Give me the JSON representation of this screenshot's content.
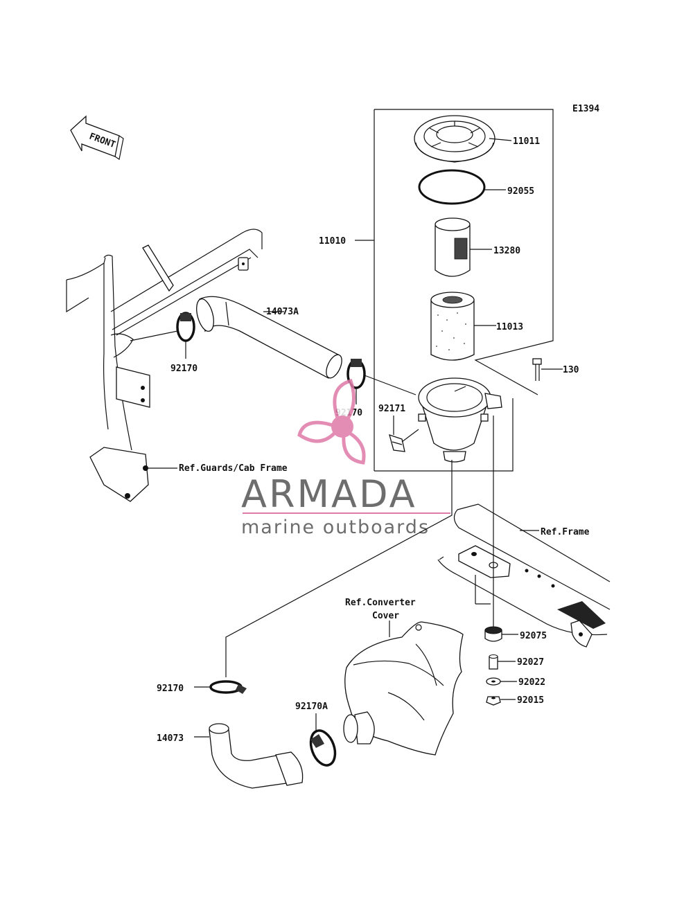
{
  "diagram": {
    "code": "E1394",
    "front_label": "FRONT",
    "labels": {
      "p11011": "11011",
      "p92055": "92055",
      "p11010": "11010",
      "p13280": "13280",
      "p11013": "11013",
      "p14073A": "14073A",
      "p130": "130",
      "p92170_a": "92170",
      "p92170_b": "92170",
      "p92171": "92171",
      "p92170_c": "92170",
      "p92170A": "92170A",
      "p14073": "14073",
      "p92075": "92075",
      "p92027": "92027",
      "p92022": "92022",
      "p92015": "92015"
    },
    "refs": {
      "guards": "Ref.Guards/Cab Frame",
      "frame": "Ref.Frame",
      "converter_line1": "Ref.Converter",
      "converter_line2": "Cover"
    }
  },
  "watermark": {
    "brand": "ARMADA",
    "tagline": "marine outboards",
    "brand_color": "#6d6d6d",
    "accent_color": "#e07aa8"
  }
}
